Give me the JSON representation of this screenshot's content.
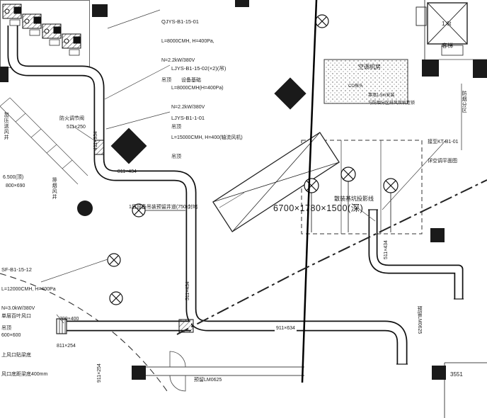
{
  "colors": {
    "line": "#1a1a1a",
    "bg": "#ffffff"
  },
  "blocks": {
    "fan1": {
      "code": "QJYS-B1-15-01",
      "l1": "L=8000CMH, H=400Pa,",
      "l2": "N=2.2kW/380V",
      "l3": "吊顶　　设备基础"
    },
    "fan2": {
      "code": "LJYS-B1-15-02(×2)(吊)",
      "l1": "L=8000CMH(H=400Pa)",
      "l2": "N=2.2kW/380V",
      "l3": "吊顶"
    },
    "fan3": {
      "code": "LJYS-B1-1-01",
      "l1": "L=15000CMH, H=400(轴流风机)",
      "l2": "吊顶"
    },
    "fan4": {
      "code": "SF-B1-15-12",
      "l1": "L=12000CMH, H=400Pa",
      "l2": "N=3.0kW/380V",
      "l3": "吊顶"
    }
  },
  "notes": {
    "damper": "防火调节阀",
    "damper_size": "511×250",
    "level": "6.500(顶)",
    "left_duct": "800×690",
    "shaft_a": "加压送风井",
    "shaft_b": "排烟风井",
    "hoist": "1层设备吊装预留井道(750)封堵",
    "pit_dim": "6700×1780×1500(深)",
    "pit_edge": "散装基坑投影线",
    "louver1": "单层百叶风口",
    "louver2": "600×600",
    "louver3": "上风口贴梁底",
    "louver4": "风口底距梁底400mm",
    "ac_room": "空调机房",
    "co1": "CO探头",
    "co2": "靠墙1.5m安装",
    "co3": "与防烟分区排风双机连锁",
    "kt1": "接至KT-B1-01",
    "kt2": "详空调平面图",
    "elev1": "1.6t",
    "elev2": "客梯",
    "smoke": "防烟分区",
    "res1": "预留LM0625",
    "res2": "预留LM0625",
    "room_no": "3551"
  },
  "duct_tags": {
    "t1": "411×934",
    "t2": "811×434",
    "t3": "511×434",
    "t4": "911×634",
    "t5": "511×434",
    "t6": "911×254",
    "t7": "700×400",
    "t8": "811×254"
  }
}
